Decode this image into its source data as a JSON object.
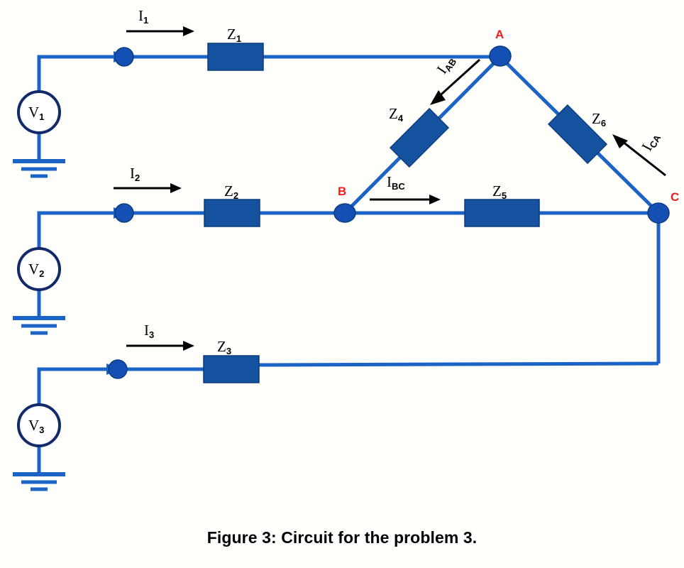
{
  "figure": {
    "caption": "Figure 3: Circuit for the problem 3.",
    "colors": {
      "wire_blue": "#1b63c4",
      "element_blue": "#14519e",
      "source_outline": "#12296b",
      "node_label_red": "#ef1c1c",
      "arrow_black": "#000000",
      "background": "#fffffc"
    }
  },
  "sources": [
    {
      "name": "V",
      "sub": "1"
    },
    {
      "name": "V",
      "sub": "2"
    },
    {
      "name": "V",
      "sub": "3"
    }
  ],
  "impedances": [
    {
      "name": "Z",
      "sub": "1"
    },
    {
      "name": "Z",
      "sub": "2"
    },
    {
      "name": "Z",
      "sub": "3"
    },
    {
      "name": "Z",
      "sub": "4"
    },
    {
      "name": "Z",
      "sub": "5"
    },
    {
      "name": "Z",
      "sub": "6"
    }
  ],
  "currents": [
    {
      "name": "I",
      "sub": "1"
    },
    {
      "name": "I",
      "sub": "2"
    },
    {
      "name": "I",
      "sub": "3"
    },
    {
      "name": "I",
      "sub": "AB"
    },
    {
      "name": "I",
      "sub": "BC"
    },
    {
      "name": "I",
      "sub": "CA"
    }
  ],
  "nodes": [
    {
      "label": "A"
    },
    {
      "label": "B"
    },
    {
      "label": "C"
    }
  ]
}
